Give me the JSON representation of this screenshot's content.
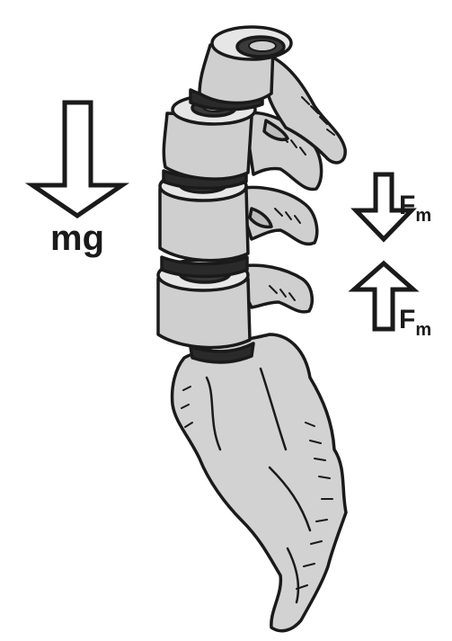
{
  "labels": {
    "weight": "mg",
    "muscle_force_top": "F",
    "muscle_force_top_sub": "m",
    "muscle_force_bottom": "F",
    "muscle_force_bottom_sub": "m"
  },
  "colors": {
    "bone_fill": "#cfcfcf",
    "bone_shade": "#9a9a9a",
    "outline": "#1a1a1a",
    "arrow_fill": "#ffffff",
    "background": "#ffffff"
  },
  "icons": {
    "gravity_arrow": "arrow-down-icon",
    "force_down_arrow": "arrow-down-icon",
    "force_up_arrow": "arrow-up-icon"
  }
}
